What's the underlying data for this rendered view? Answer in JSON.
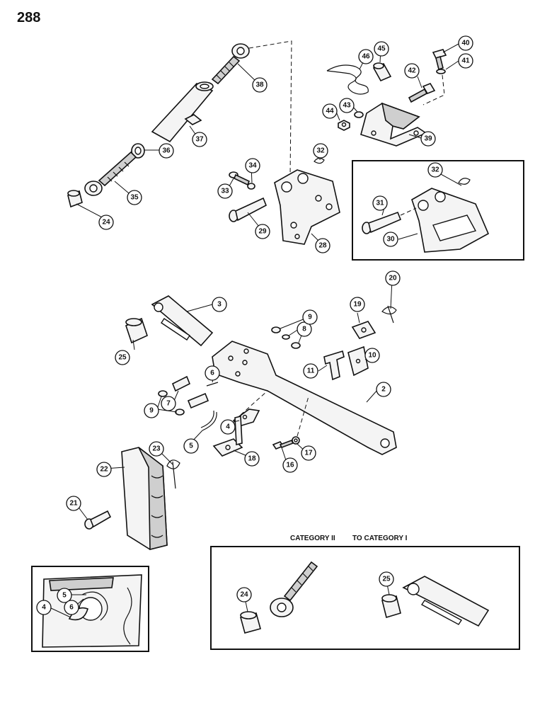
{
  "page": {
    "number": "288"
  },
  "inset_caption": {
    "from": "CATEGORY II",
    "to": "TO CATEGORY I"
  },
  "callouts": {
    "c2": "2",
    "c3": "3",
    "c4": "4",
    "c5": "5",
    "c6": "6",
    "c7": "7",
    "c8": "8",
    "c9a": "9",
    "c9b": "9",
    "c10": "10",
    "c11": "11",
    "c16": "16",
    "c17": "17",
    "c18": "18",
    "c19": "19",
    "c20": "20",
    "c21": "21",
    "c22": "22",
    "c23": "23",
    "c24": "24",
    "c25": "25",
    "c28": "28",
    "c29": "29",
    "c30": "30",
    "c31": "31",
    "c32a": "32",
    "c32b": "32",
    "c33": "33",
    "c34": "34",
    "c35": "35",
    "c36": "36",
    "c37": "37",
    "c38": "38",
    "c39": "39",
    "c40": "40",
    "c41": "41",
    "c42": "42",
    "c43": "43",
    "c44": "44",
    "c45": "45",
    "c46": "46",
    "d4": "4",
    "d5": "5",
    "d6": "6",
    "e24": "24",
    "e25": "25"
  }
}
